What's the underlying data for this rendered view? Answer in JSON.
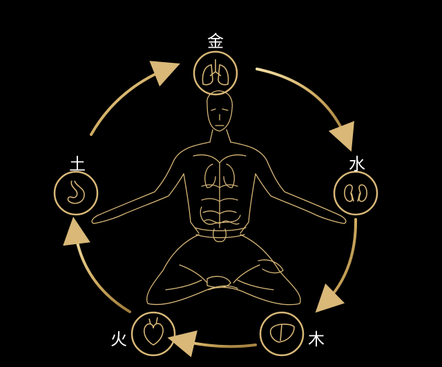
{
  "colors": {
    "background": "#000000",
    "line": "#d9b878",
    "label": "#ffffff"
  },
  "elements": [
    {
      "id": "metal",
      "label": "金",
      "organ": "lungs-icon"
    },
    {
      "id": "water",
      "label": "水",
      "organ": "kidneys-icon"
    },
    {
      "id": "wood",
      "label": "木",
      "organ": "liver-icon"
    },
    {
      "id": "fire",
      "label": "火",
      "organ": "heart-icon"
    },
    {
      "id": "earth",
      "label": "土",
      "organ": "stomach-icon"
    }
  ],
  "figure": "meditating-figure-icon"
}
